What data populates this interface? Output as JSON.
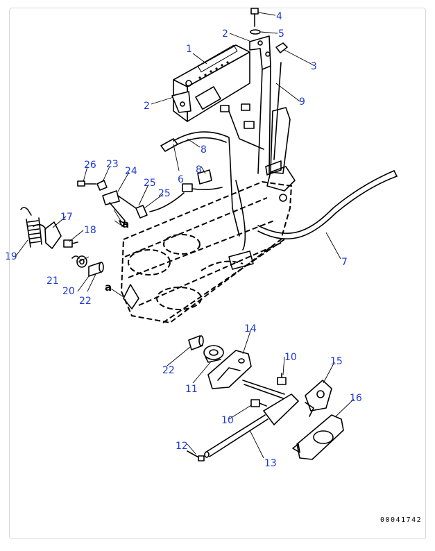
{
  "callouts": {
    "c1": "1",
    "c2a": "2",
    "c2b": "2",
    "c3": "3",
    "c4": "4",
    "c5": "5",
    "c6": "6",
    "c7": "7",
    "c8a": "8",
    "c8b": "8",
    "c9": "9",
    "c10a": "10",
    "c10b": "10",
    "c11": "11",
    "c12": "12",
    "c13": "13",
    "c14": "14",
    "c15": "15",
    "c16": "16",
    "c17": "17",
    "c18": "18",
    "c19": "19",
    "c20": "20",
    "c21": "21",
    "c22a": "22",
    "c22b": "22",
    "c23": "23",
    "c24": "24",
    "c25a": "25",
    "c25b": "25",
    "c26": "26"
  },
  "connection_marks": {
    "a1": "a",
    "a2": "a"
  },
  "document_number": "00041742",
  "colors": {
    "callout": "#1f3ad6",
    "line": "#000000",
    "frame": "#d8d8d8"
  }
}
